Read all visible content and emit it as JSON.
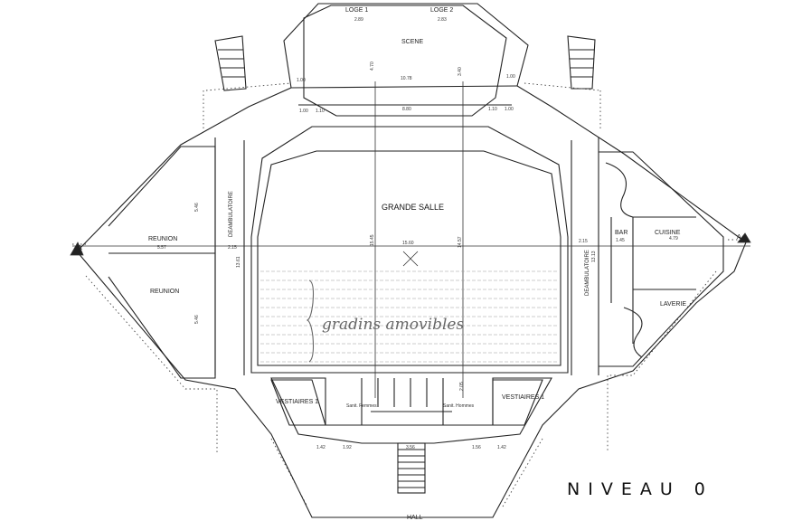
{
  "rooms": {
    "loge1": "LOGE 1",
    "loge2": "LOGE 2",
    "scene": "SCENE",
    "grande_salle": "GRANDE SALLE",
    "reunion_top": "REUNION",
    "reunion_bottom": "REUNION",
    "deambulatoire_left": "DEAMBULATOIRE",
    "deambulatoire_right": "DEAMBULATOIRE",
    "bar": "BAR",
    "cuisine": "CUISINE",
    "laverie": "LAVERIE",
    "vestiaires_left": "VESTIAIRES 1",
    "vestiaires_right": "VESTIAIRES 1",
    "sanit_femmes": "Sanit. Femmes",
    "sanit_hommes": "Sanit. Hommes",
    "hall": "HALL"
  },
  "dimensions": {
    "loge1_w": "2.89",
    "loge2_w": "2.83",
    "stage_left": "1.00",
    "stage_width": "10.78",
    "stage_right": "1.00",
    "stage_depth_a": "4.70",
    "stage_depth_b": "3.40",
    "front_left_a": "1.00",
    "front_left_b": "1.10",
    "front_center": "8.80",
    "front_right_a": "1.10",
    "front_right_b": "1.00",
    "reunion_depth_top": "5.46",
    "reunion_depth_bottom": "5.46",
    "reunion_width": "5.57",
    "deamb_left_w": "2.15",
    "hall_width": "15.60",
    "hall_depth_a": "15.45",
    "hall_depth_b": "14.57",
    "deamb_right_w": "2.15",
    "deamb_left_len": "13.61",
    "deamb_right_len": "13.13",
    "bar_w": "1.45",
    "cuisine_w": "4.79",
    "wc_depth": "2.05",
    "bottom_a": "1.42",
    "bottom_b": "1.92",
    "bottom_c": "3.56",
    "bottom_d": "1.56",
    "bottom_e": "1.42"
  },
  "section_marker_left": "A",
  "section_marker_right": "A",
  "annotation": "gradins amovibles",
  "level_title": "NIVEAU 0"
}
